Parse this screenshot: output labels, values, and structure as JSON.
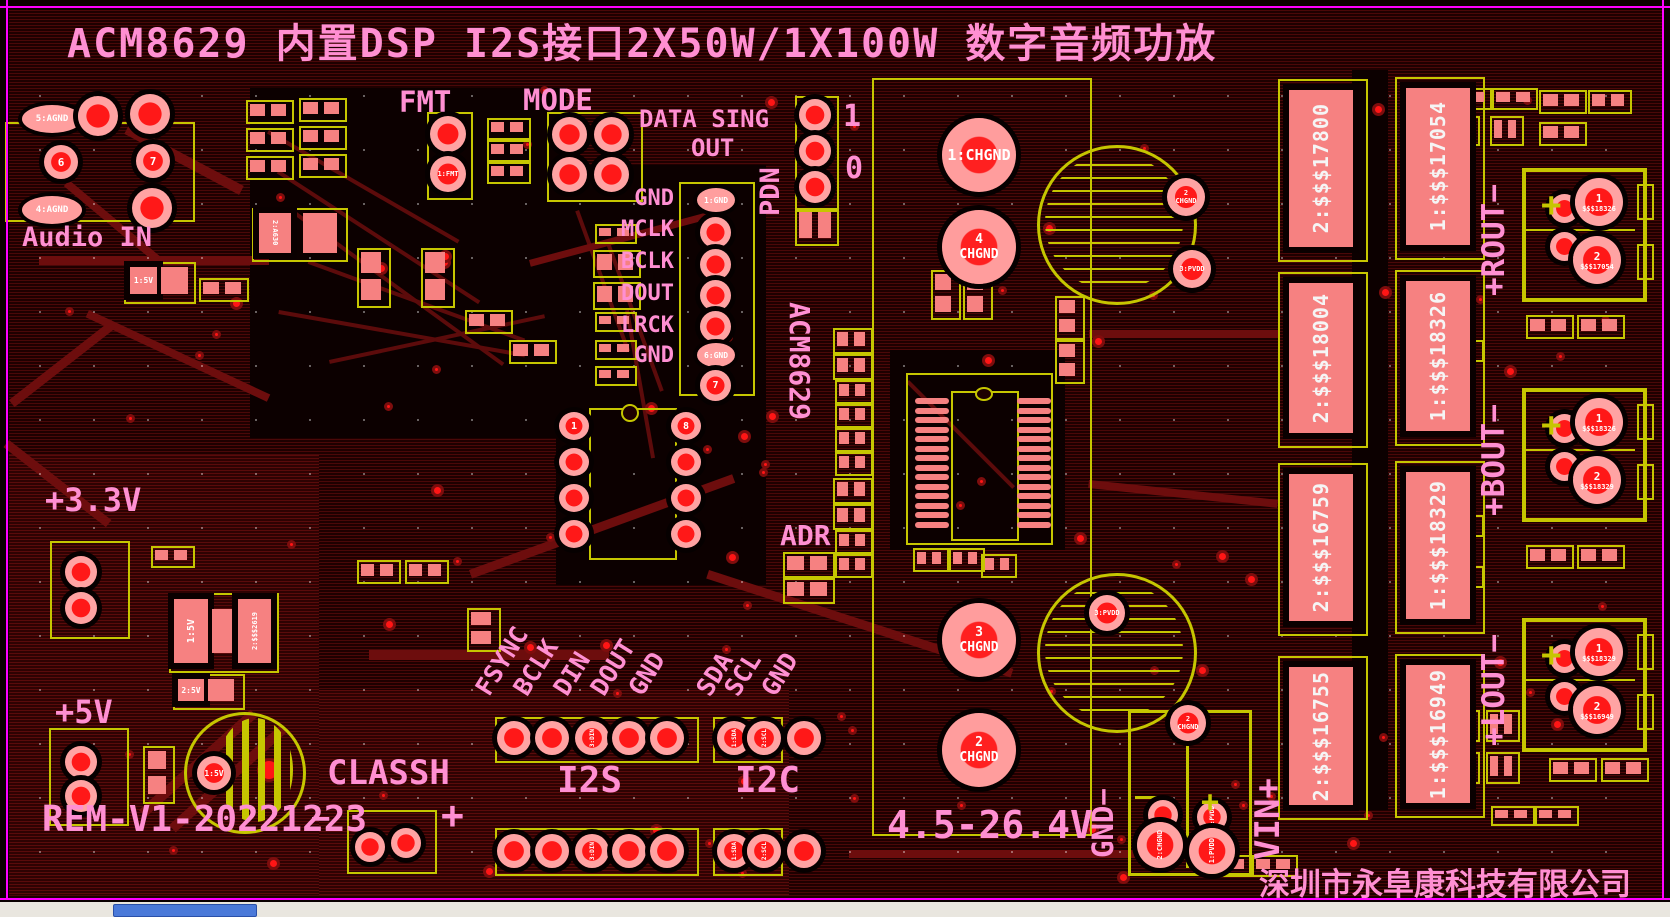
{
  "title": "ACM8629 内置DSP I2S接口2X50W/1X100W 数字音频功放",
  "company": "深圳市永阜康科技有限公司",
  "revision": "REM-V1-20221223",
  "voltage_range": "4.5-26.4V",
  "colors": {
    "silkscreen": "#ff8fd2",
    "outline": "#c6c600",
    "pad": "#f68181",
    "pad_core": "#ff1818",
    "border": "#ff00ff",
    "scroll_thumb": "#4a79d9"
  },
  "audio": {
    "label": "Audio IN",
    "pad_5": "5:AGND",
    "pad_6": "6",
    "pad_7": "7",
    "pad_4": "4:AGND"
  },
  "fmt": {
    "label": "FMT",
    "pad": "1:FMT"
  },
  "mode": {
    "label": "MODE"
  },
  "data_sing": {
    "line1": "DATA SING",
    "line2": "OUT"
  },
  "pdn": {
    "label": "PDN",
    "one": "1",
    "zero": "0"
  },
  "sig_header": {
    "labels": [
      "GND",
      "MCLK",
      "BCLK",
      "DOUT",
      "LRCK",
      "GND"
    ],
    "pad_top": "1:GND",
    "pad_6": "6:GND",
    "pad_7": "7"
  },
  "soic": {
    "pin1": "1",
    "pin8": "8"
  },
  "chip_name": "ACM8629",
  "adr_label": "ADR",
  "module": {
    "pad1": "1:CHGND",
    "pad4_num": "4",
    "pad3_num": "3",
    "pad2_num": "2",
    "chgnd": "CHGND"
  },
  "caps": {
    "top_a_num": "2",
    "top_a": "CHGND",
    "top_b": "3:PVDD",
    "bot_a": "3:PVDD",
    "bot_b_num": "2",
    "bot_b": "CHGND"
  },
  "inductors": {
    "r1l": "2:$$$17800",
    "r1r": "1:$$$17054",
    "r2l": "2:$$$18004",
    "r2r": "1:$$$18326",
    "r3l": "2:$$$16759",
    "r3r": "1:$$$18329",
    "r4l": "2:$$$16755",
    "r4r": "1:$$$16949"
  },
  "outputs": {
    "rout": {
      "label": "+ROUT−",
      "p1n": "1",
      "p1": "$$$18326",
      "p2n": "2",
      "p2": "$$$17054"
    },
    "bout": {
      "label": "+BOUT−",
      "p1n": "1",
      "p1": "$$$18326",
      "p2n": "2",
      "p2": "$$$18329"
    },
    "lout": {
      "label": "+LOUT−",
      "p1n": "1",
      "p1": "$$$18329",
      "p2n": "2",
      "p2": "$$$16949"
    }
  },
  "i2s": {
    "label": "I2S",
    "pins": [
      "FSYNC",
      "BCLK",
      "DIN",
      "DOUT",
      "GND"
    ],
    "pad3": "3:DIN"
  },
  "i2c": {
    "label": "I2C",
    "pins": [
      "SDA",
      "SCL",
      "GND"
    ],
    "pad1": "1:SDA",
    "pad2": "2:SCL"
  },
  "power": {
    "gnd": "GND−",
    "vin": "VIN+",
    "pad_chgnd": "2:CHGND",
    "pad_pvdd": "1:PVDD",
    "pad_pvdd2": "2:PVDD"
  },
  "rails": {
    "v33": "+3.3V",
    "v5": "+5V",
    "classh": "CLASSH",
    "minus": "−",
    "plus": "+",
    "pad_5v": "1:5V",
    "pad_5v2": "2:5V",
    "pad_2619": "2:$$$2619",
    "pad_a630": "2:A630"
  }
}
